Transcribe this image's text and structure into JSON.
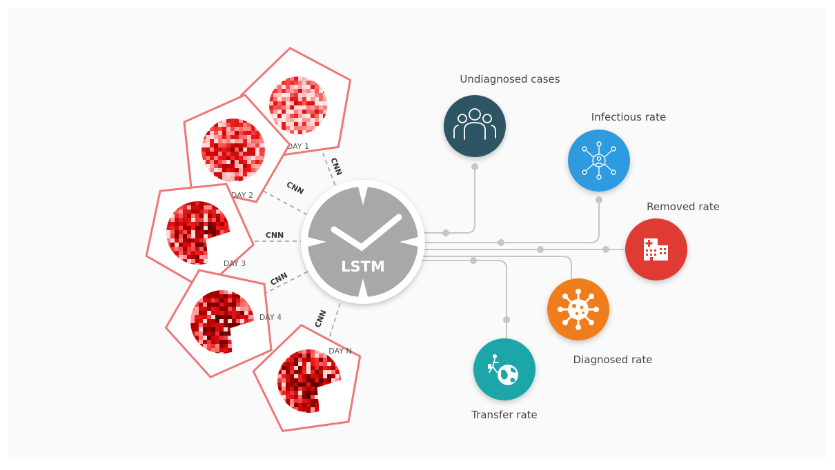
{
  "center": {
    "label": "LSTM"
  },
  "edge_label": "CNN",
  "days": [
    {
      "label": "DAY 1"
    },
    {
      "label": "DAY 2"
    },
    {
      "label": "DAY 3"
    },
    {
      "label": "DAY 4"
    },
    {
      "label": "DAY N"
    }
  ],
  "outputs": [
    {
      "label": "Undiagnosed cases",
      "icon": "people-group-icon",
      "color": "#2f5464"
    },
    {
      "label": "Infectious rate",
      "icon": "network-spread-icon",
      "color": "#2e9be0"
    },
    {
      "label": "Removed rate",
      "icon": "hospital-icon",
      "color": "#e03a30"
    },
    {
      "label": "Diagnosed rate",
      "icon": "virus-icon",
      "color": "#f07d1f"
    },
    {
      "label": "Transfer rate",
      "icon": "travel-globe-icon",
      "color": "#1fa6a8"
    }
  ],
  "colors": {
    "pentagon_stroke": "#ee7777",
    "heat_dark": "#5a0000",
    "heat_mid": "#d40000",
    "heat_light": "#ff8a8a",
    "connector": "#c6c6c6",
    "clock_face": "#a8a8a8"
  }
}
